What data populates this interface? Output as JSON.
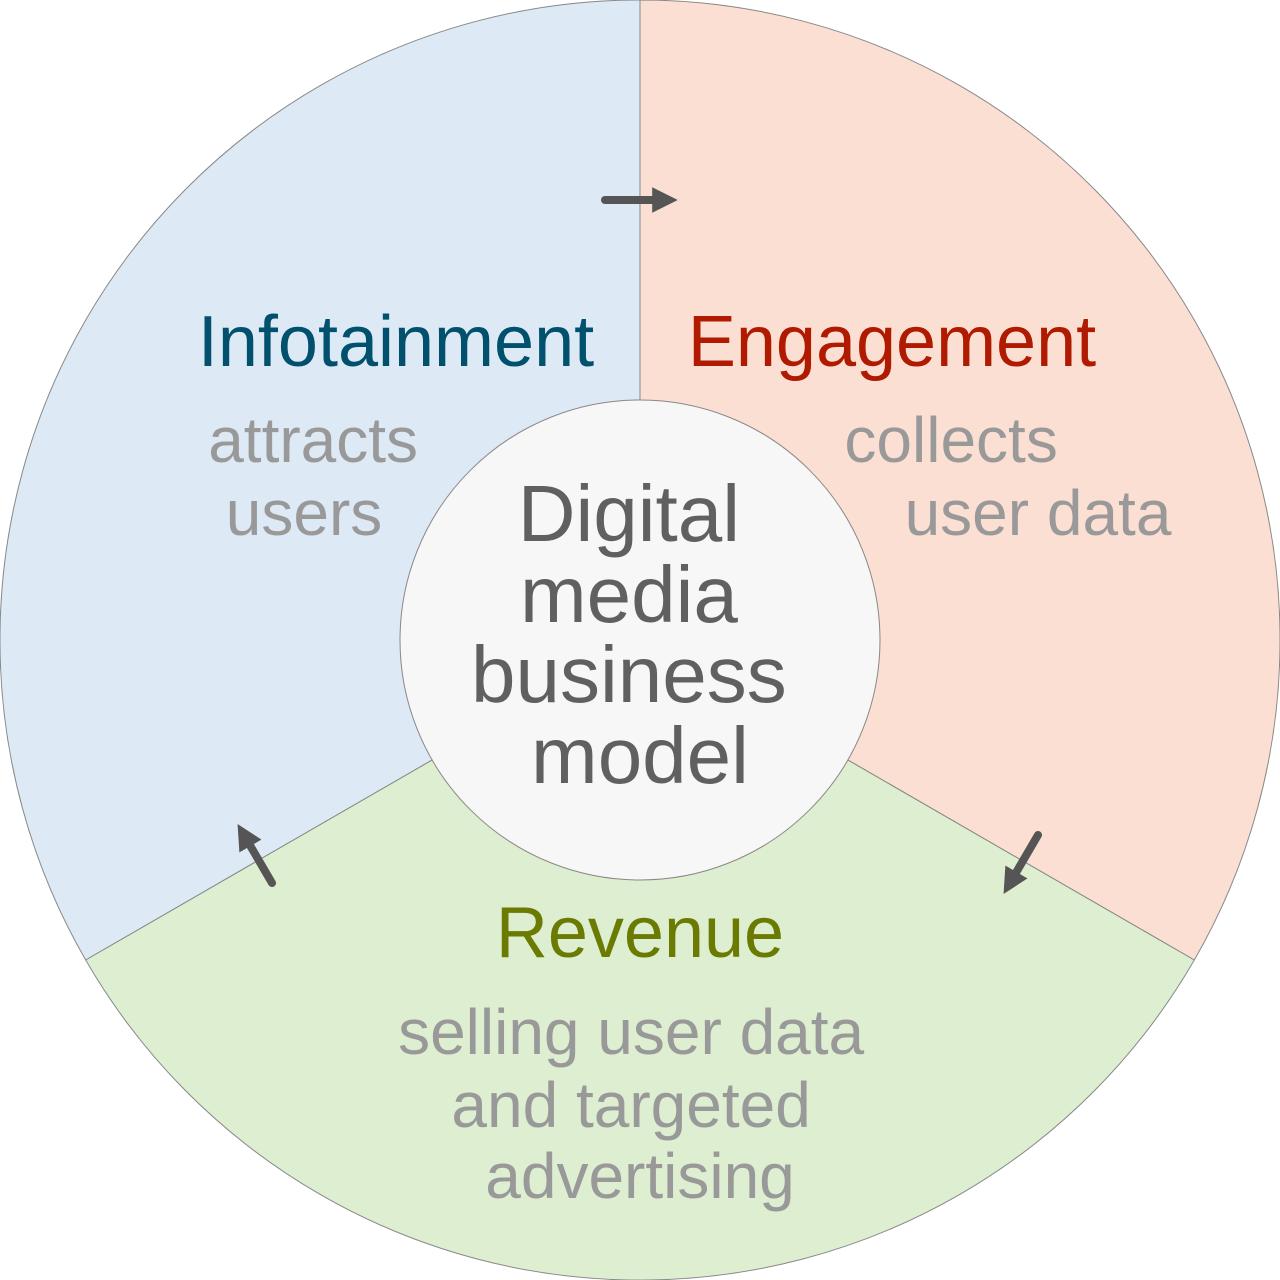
{
  "center": {
    "lines": [
      "Digital",
      "media",
      "business",
      "model"
    ],
    "fill": "#f7f7f7",
    "text_color": "#606060"
  },
  "segments": [
    {
      "key": "infotainment",
      "title": "Infotainment",
      "subtitle_lines": [
        "attracts",
        "users"
      ],
      "fill": "#dde9f5",
      "title_color": "#00506e"
    },
    {
      "key": "engagement",
      "title": "Engagement",
      "subtitle_lines": [
        "collects",
        "user data"
      ],
      "fill": "#fcdfd3",
      "title_color": "#b01a00"
    },
    {
      "key": "revenue",
      "title": "Revenue",
      "subtitle_lines": [
        "selling user data",
        "and targeted",
        "advertising"
      ],
      "fill": "#ddeed1",
      "title_color": "#6b7a00"
    }
  ],
  "subtitle_color": "#999999",
  "arrow_color": "#555555",
  "arrow_icons": [
    "arrow-right-icon",
    "arrow-down-left-icon",
    "arrow-up-left-icon"
  ]
}
